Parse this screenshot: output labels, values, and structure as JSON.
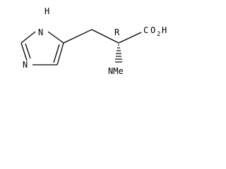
{
  "molecule": {
    "atoms": {
      "nh_label": "N",
      "nh_h_label": "H",
      "n_label": "N",
      "carboxyl_group": {
        "c_label": "C",
        "o_label": "O",
        "sub_label": "2",
        "h_label": "H"
      },
      "nme_label": "NMe",
      "stereo_label": "R"
    }
  },
  "colors": {
    "bond": "#000000",
    "text": "#000000",
    "background": "#ffffff"
  }
}
